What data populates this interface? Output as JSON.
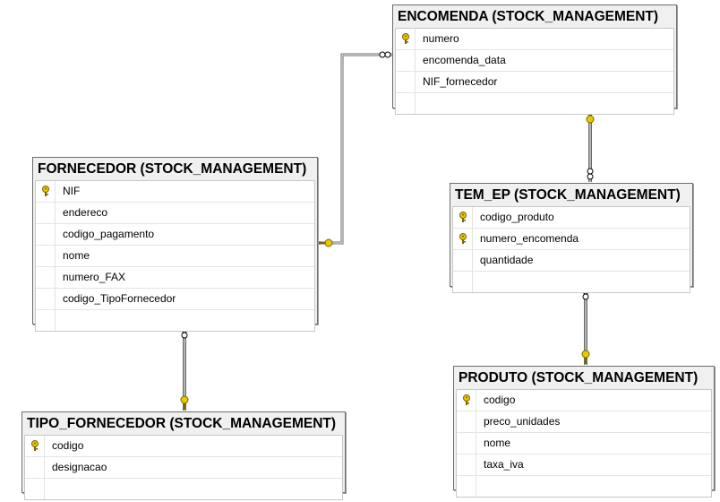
{
  "diagram": {
    "tables": {
      "encomenda": {
        "title": "ENCOMENDA (STOCK_MANAGEMENT)",
        "columns": [
          {
            "name": "numero",
            "key": true
          },
          {
            "name": "encomenda_data",
            "key": false
          },
          {
            "name": "NIF_fornecedor",
            "key": false
          }
        ]
      },
      "fornecedor": {
        "title": "FORNECEDOR (STOCK_MANAGEMENT)",
        "columns": [
          {
            "name": "NIF",
            "key": true
          },
          {
            "name": "endereco",
            "key": false
          },
          {
            "name": "codigo_pagamento",
            "key": false
          },
          {
            "name": "nome",
            "key": false
          },
          {
            "name": "numero_FAX",
            "key": false
          },
          {
            "name": "codigo_TipoFornecedor",
            "key": false
          }
        ]
      },
      "tem_ep": {
        "title": "TEM_EP (STOCK_MANAGEMENT)",
        "columns": [
          {
            "name": "codigo_produto",
            "key": true
          },
          {
            "name": "numero_encomenda",
            "key": true
          },
          {
            "name": "quantidade",
            "key": false
          }
        ]
      },
      "produto": {
        "title": "PRODUTO (STOCK_MANAGEMENT)",
        "columns": [
          {
            "name": "codigo",
            "key": true
          },
          {
            "name": "preco_unidades",
            "key": false
          },
          {
            "name": "nome",
            "key": false
          },
          {
            "name": "taxa_iva",
            "key": false
          }
        ]
      },
      "tipo_fornecedor": {
        "title": "TIPO_FORNECEDOR (STOCK_MANAGEMENT)",
        "columns": [
          {
            "name": "codigo",
            "key": true
          },
          {
            "name": "designacao",
            "key": false
          }
        ]
      }
    },
    "relationships": [
      {
        "from": "encomenda",
        "to": "fornecedor",
        "from_end": "many",
        "to_end": "one"
      },
      {
        "from": "tem_ep",
        "to": "encomenda",
        "from_end": "many",
        "to_end": "one"
      },
      {
        "from": "tem_ep",
        "to": "produto",
        "from_end": "many",
        "to_end": "one"
      },
      {
        "from": "fornecedor",
        "to": "tipo_fornecedor",
        "from_end": "many",
        "to_end": "one"
      }
    ],
    "colors": {
      "key": "#e8c800",
      "key_outline": "#7a6500",
      "line": "#6a6a6a",
      "border": "#6d6d6d"
    }
  }
}
